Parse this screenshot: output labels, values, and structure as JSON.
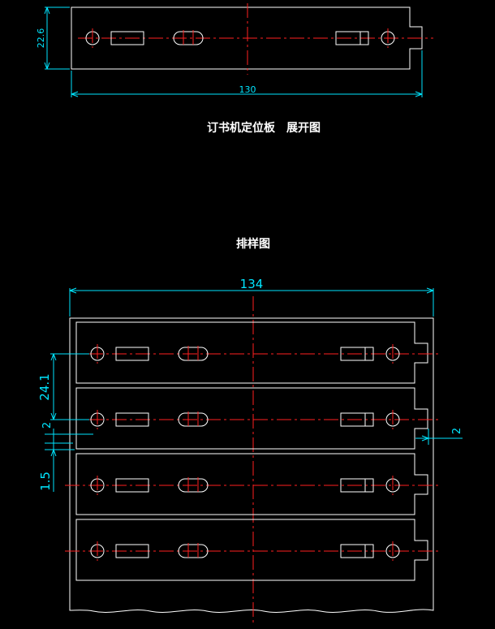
{
  "titles": {
    "unfold": "订书机定位板　展开图",
    "layout": "排样图"
  },
  "dimensions": {
    "part_height": "22.6",
    "part_length": "130",
    "sheet_width": "134",
    "pitch": "24.1",
    "gap_left": "2",
    "gap_right": "2",
    "edge_margin": "1.5"
  },
  "colors": {
    "outline": "#ffffff",
    "centerline": "#ff2020",
    "dimension": "#00e5ff"
  },
  "layout": {
    "part_count": 4
  }
}
